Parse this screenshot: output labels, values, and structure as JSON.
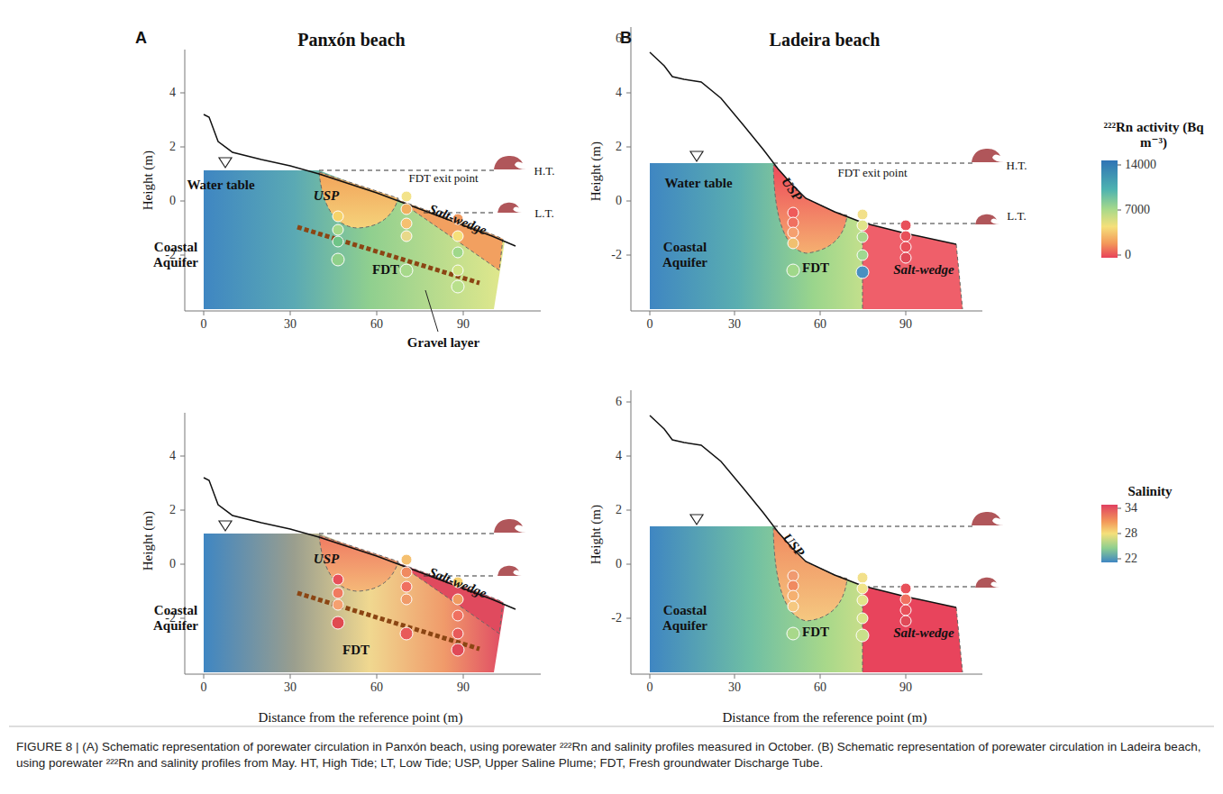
{
  "diagram": {
    "caption": "FIGURE 8 | (A) Schematic representation of porewater circulation in Panxón beach, using porewater ²²²Rn and salinity profiles measured in October. (B) Schematic representation of porewater circulation in Ladeira beach, using porewater ²²²Rn and salinity profiles from May. HT, High Tide; LT, Low Tide; USP, Upper Saline Plume; FDT, Fresh groundwater Discharge Tube.",
    "labels": [
      "A",
      "Panxón beach",
      "B",
      "Ladeira beach",
      "Height (m)",
      "4",
      "2",
      "0",
      "-2",
      "0",
      "30",
      "60",
      "90",
      "Water table",
      "Coastal Aquifer",
      "USP",
      "FDT exit point",
      "FDT",
      "Salt-wedge",
      "H.T.",
      "L.T.",
      "Gravel layer",
      "Height (m)",
      "4",
      "2",
      "0",
      "-2",
      "0",
      "30",
      "60",
      "90",
      "Coastal Aquifer",
      "USP",
      "Salt-wedge",
      "FDT",
      "Distance from the reference point (m)",
      "Height (m)",
      "6",
      "4",
      "2",
      "0",
      "-2",
      "0",
      "30",
      "60",
      "90",
      "Water table",
      "Coastal Aquifer",
      "USP",
      "FDT exit point",
      "FDT",
      "Salt-wedge",
      "H.T.",
      "L.T.",
      "Height (m)",
      "6",
      "4",
      "2",
      "0",
      "-2",
      "0",
      "30",
      "60",
      "90",
      "Coastal Aquifer",
      "USP",
      "FDT",
      "Salt-wedge",
      "Distance from the reference point (m)",
      "²²²Rn activity (Bq m⁻³)",
      "14000",
      "7000",
      "0",
      "Salinity",
      "34",
      "28",
      "22"
    ]
  }
}
